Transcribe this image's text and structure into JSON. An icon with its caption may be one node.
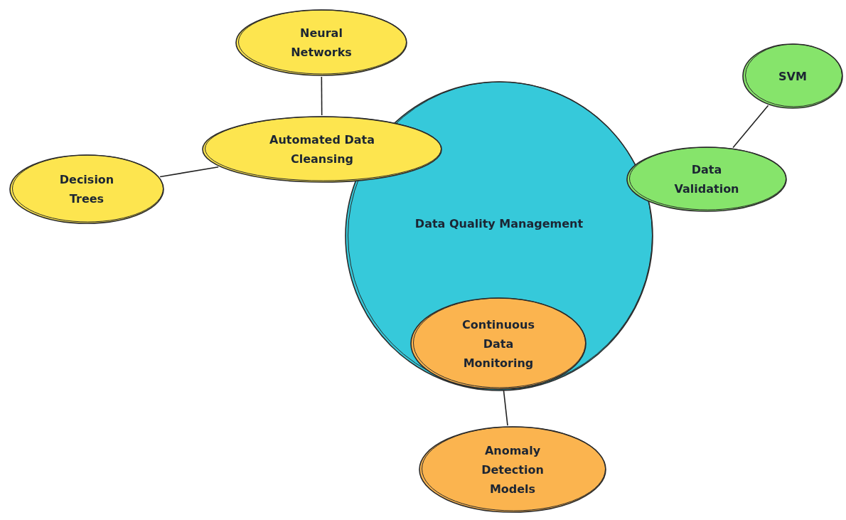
{
  "diagram": {
    "nodes": [
      {
        "text": [
          "Data Quality Management"
        ]
      },
      {
        "text": [
          "Neural Networks"
        ]
      },
      {
        "text": [
          "Automated Data Cleansing"
        ]
      },
      {
        "text": [
          "Decision Trees"
        ]
      },
      {
        "text": [
          "SVM"
        ]
      },
      {
        "text": [
          "Data Validation"
        ]
      },
      {
        "text": [
          "Continuous Data Monitoring"
        ],
        "in": 0
      },
      {
        "text": [
          "Anomaly Detection Models"
        ]
      }
    ],
    "edges": [
      {
        "from": 1,
        "to": 2,
        "arrow": "none"
      },
      {
        "from": 2,
        "to": 3,
        "arrow": "none"
      },
      {
        "from": 4,
        "to": 5,
        "arrow": "none"
      },
      {
        "from": 6,
        "to": 7,
        "arrow": "none"
      }
    ]
  }
}
